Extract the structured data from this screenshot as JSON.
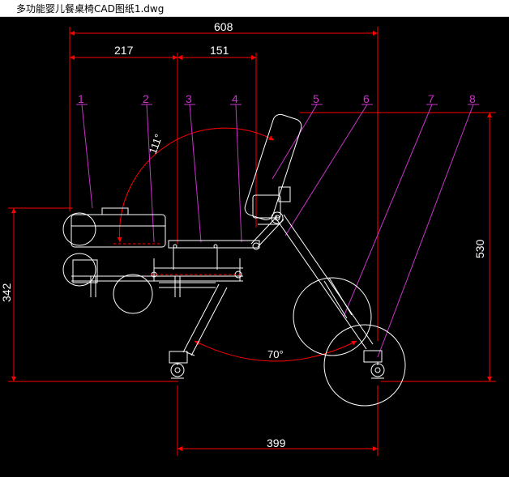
{
  "window": {
    "title": "多功能婴儿餐桌椅CAD图纸1.dwg"
  },
  "colors": {
    "background": "#000000",
    "dimension": "#ff0000",
    "leader": "#cc33cc",
    "outline": "#ffffff"
  },
  "dimensions": {
    "overall_width": "608",
    "seat_offset": "217",
    "seat_width": "151",
    "wheelbase": "399",
    "height_right": "530",
    "height_left": "342",
    "recline_angle": "111°",
    "leg_angle": "70°"
  },
  "part_numbers": [
    "1",
    "2",
    "3",
    "4",
    "5",
    "6",
    "7",
    "8"
  ]
}
